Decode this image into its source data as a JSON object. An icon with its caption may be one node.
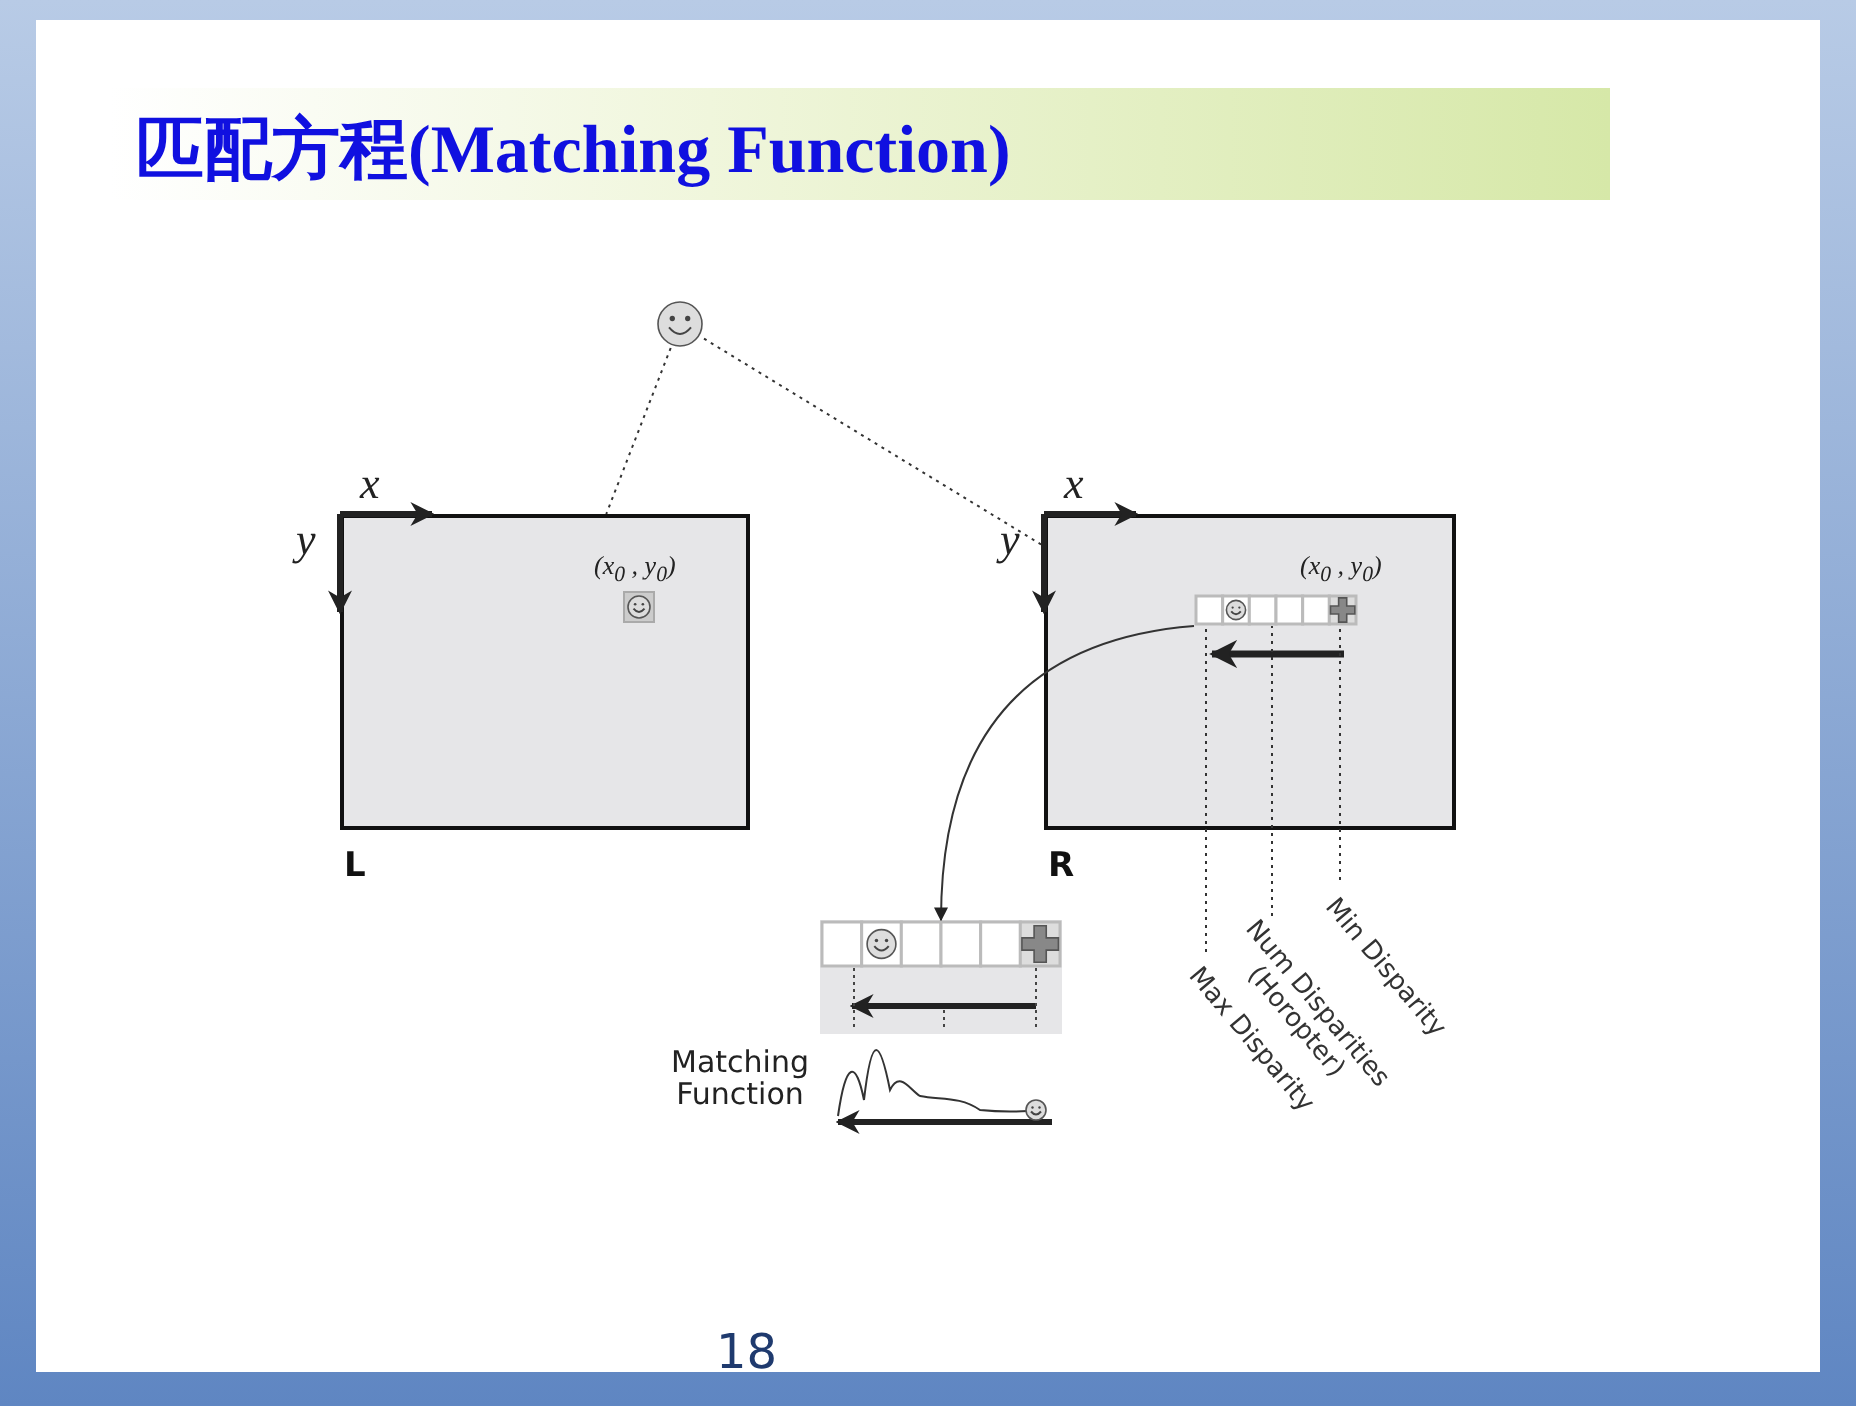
{
  "diagram": {
    "title": "匹配方程(Matching Function)",
    "nodes": [
      {
        "text": [],
        "shape": "circle"
      },
      {
        "text": [
          "L"
        ]
      },
      {
        "text": [
          "R"
        ]
      },
      {
        "text": [],
        "shape": "bar",
        "in": 2
      },
      {
        "text": [],
        "shape": "bar"
      },
      {
        "text": [
          "Min Disparity"
        ]
      },
      {
        "text": [
          "Num Disparities (Horopter)"
        ]
      },
      {
        "text": [
          "Max Disparity"
        ]
      }
    ],
    "edges": [
      {
        "from": 0,
        "to": 1,
        "arrow": "none",
        "style": "dashed"
      },
      {
        "from": 0,
        "to": 2,
        "arrow": "none",
        "style": "dashed"
      },
      {
        "from": 3,
        "to": 4,
        "arrow": "to"
      },
      {
        "from": 5,
        "to": 3,
        "arrow": "none",
        "style": "dashed"
      },
      {
        "from": 6,
        "to": 3,
        "arrow": "none",
        "style": "dashed"
      },
      {
        "from": 7,
        "to": 3,
        "arrow": "none",
        "style": "dashed"
      }
    ],
    "labels": [
      "x",
      "y",
      "(x$_{0}$ , y$_{0}$)",
      "x",
      "y",
      "(x$_{0}$ , y$_{0}$)",
      "Matching Function",
      "18"
    ]
  }
}
